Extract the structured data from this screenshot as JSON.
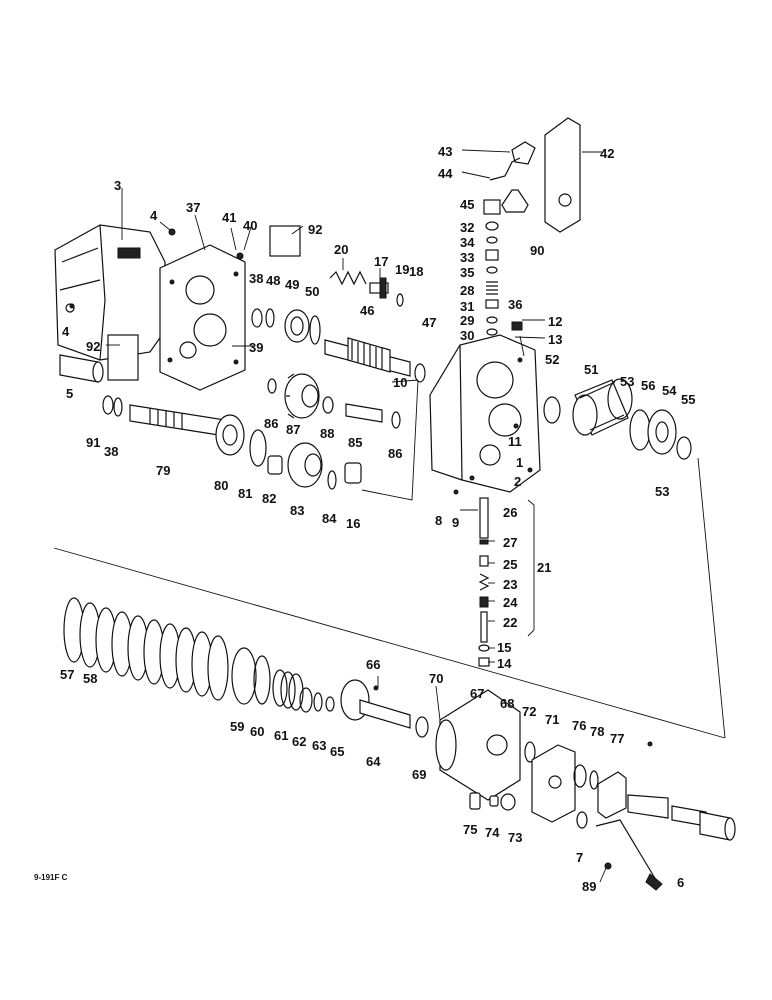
{
  "ref_code": "9-191F C",
  "callouts": [
    "1",
    "2",
    "3",
    "4",
    "5",
    "6",
    "7",
    "8",
    "9",
    "10",
    "11",
    "12",
    "13",
    "14",
    "15",
    "16",
    "17",
    "18",
    "19",
    "20",
    "21",
    "22",
    "23",
    "24",
    "25",
    "26",
    "27",
    "28",
    "29",
    "30",
    "31",
    "32",
    "33",
    "34",
    "35",
    "36",
    "37",
    "38",
    "39",
    "40",
    "41",
    "42",
    "43",
    "44",
    "45",
    "46",
    "47",
    "48",
    "49",
    "50",
    "51",
    "52",
    "53",
    "54",
    "55",
    "56",
    "57",
    "58",
    "59",
    "60",
    "61",
    "62",
    "63",
    "64",
    "65",
    "66",
    "67",
    "68",
    "69",
    "70",
    "71",
    "72",
    "73",
    "74",
    "75",
    "76",
    "77",
    "78",
    "79",
    "80",
    "81",
    "82",
    "83",
    "84",
    "85",
    "86",
    "87",
    "88",
    "89",
    "90",
    "91",
    "92"
  ]
}
